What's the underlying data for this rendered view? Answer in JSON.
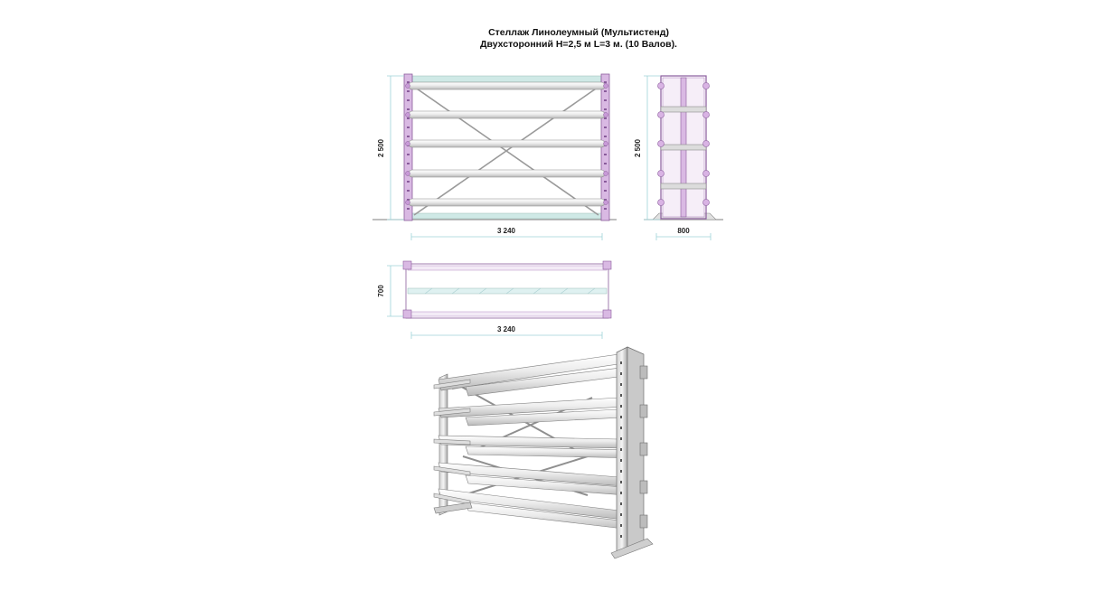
{
  "title": {
    "line1": "Стеллаж Линолеумный (Мультистенд)",
    "line2": "Двухсторонний H=2,5 м  L=3 м. (10 Валов)."
  },
  "front_view": {
    "height_label": "2 500",
    "width_label": "3 240"
  },
  "side_view": {
    "height_label": "2 500",
    "width_label": "800"
  },
  "top_view": {
    "depth_label": "700",
    "width_label": "3 240"
  },
  "colors": {
    "frame": "#c9a6d6",
    "frame_stroke": "#8a5c9c",
    "roll": "#e9e9e9",
    "roll_stroke": "#8d8d8d",
    "dimension": "#9fd3d8"
  }
}
